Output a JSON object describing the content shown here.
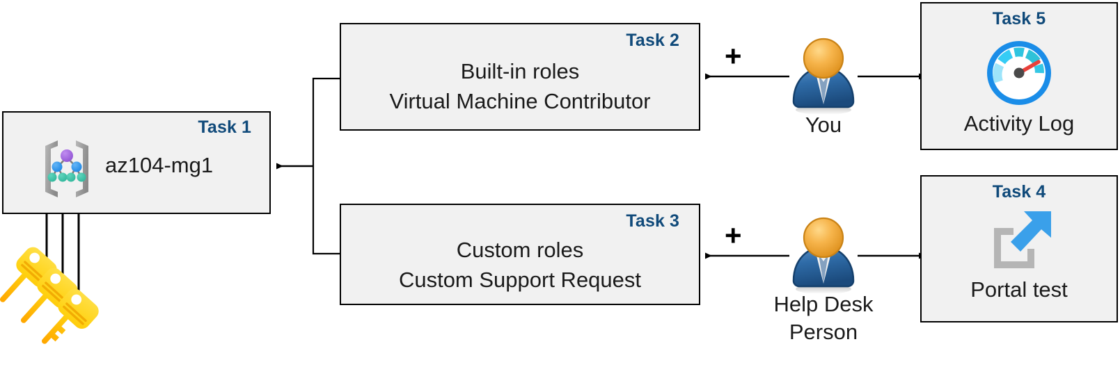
{
  "diagram": {
    "title": "Azure RBAC task diagram",
    "accent_color": "#104a7a",
    "box_fill": "#f1f1f1",
    "box_border": "#000000"
  },
  "nodes": {
    "task1": {
      "label": "Task 1",
      "text": "az104-mg1",
      "icon": "management-group-icon"
    },
    "task2": {
      "label": "Task 2",
      "line1": "Built-in roles",
      "line2": "Virtual Machine Contributor"
    },
    "task3": {
      "label": "Task 3",
      "line1": "Custom roles",
      "line2": "Custom Support Request"
    },
    "task4": {
      "label": "Task 4",
      "text": "Portal test",
      "icon": "external-link-icon"
    },
    "task5": {
      "label": "Task 5",
      "text": "Activity Log",
      "icon": "gauge-icon"
    }
  },
  "actors": {
    "you": {
      "caption": "You",
      "icon": "user-icon"
    },
    "help_desk": {
      "caption_line1": "Help Desk",
      "caption_line2": "Person",
      "icon": "user-icon"
    }
  },
  "symbols": {
    "plus_top": "+",
    "plus_bottom": "+"
  },
  "assets": {
    "keys": "three-keys-icon"
  },
  "connectors": [
    {
      "name": "task2-to-task1",
      "from": "task2",
      "to": "task1",
      "arrow": "left"
    },
    {
      "name": "task3-to-task1",
      "from": "task3",
      "to": "task1",
      "arrow": "left"
    },
    {
      "name": "you-to-task2",
      "from": "you",
      "to": "task2",
      "arrow": "left"
    },
    {
      "name": "you-to-task5",
      "from": "you",
      "to": "task5",
      "arrow": "right"
    },
    {
      "name": "helpdesk-to-task3",
      "from": "help_desk",
      "to": "task3",
      "arrow": "left"
    },
    {
      "name": "helpdesk-to-task4",
      "from": "help_desk",
      "to": "task4",
      "arrow": "right"
    },
    {
      "name": "keys-to-task1-a",
      "from": "keys",
      "to": "task1",
      "arrow": "up"
    },
    {
      "name": "keys-to-task1-b",
      "from": "keys",
      "to": "task1",
      "arrow": "up"
    },
    {
      "name": "keys-to-task1-c",
      "from": "keys",
      "to": "task1",
      "arrow": "up"
    }
  ]
}
